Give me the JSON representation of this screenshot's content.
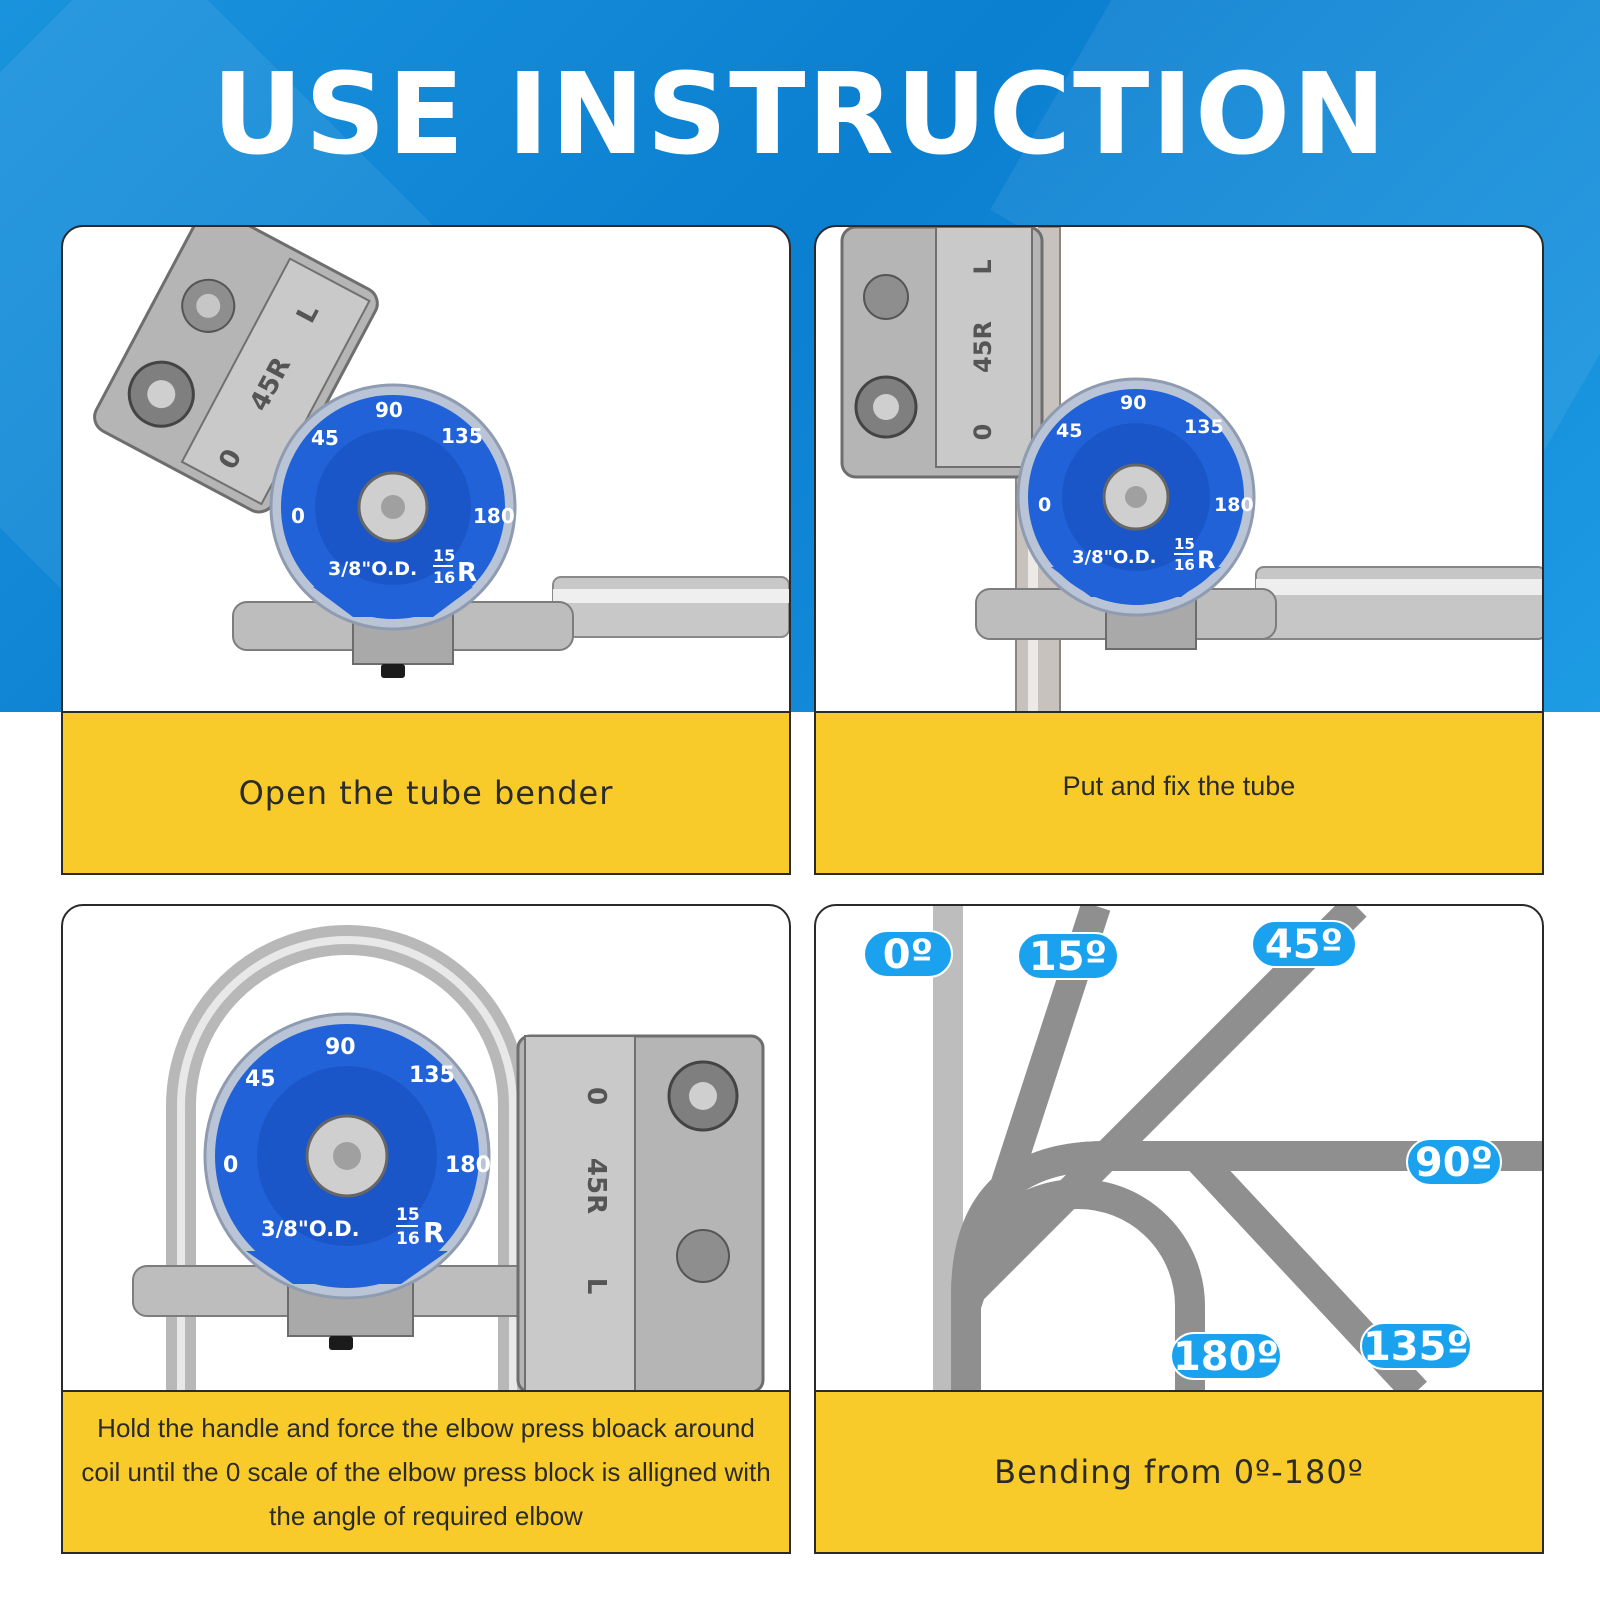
{
  "header": {
    "title": "USE INSTRUCTION"
  },
  "steps": [
    {
      "caption": "Open the tube bender"
    },
    {
      "caption": "Put and fix the tube"
    },
    {
      "caption": "Hold the handle and force the elbow press bloack around coil until the 0 scale of the elbow press block is alligned with the angle of required elbow"
    },
    {
      "caption": "Bending from 0º-180º"
    }
  ],
  "tool": {
    "dial_marks": [
      "0",
      "45",
      "90",
      "135",
      "180"
    ],
    "od_label": "3/8\"O.D.",
    "radius_num": "15",
    "radius_den": "16",
    "radius_unit": "R",
    "arm_marks": [
      "0",
      "45R",
      "L"
    ]
  },
  "angles": [
    {
      "label": "0º",
      "deg": 0
    },
    {
      "label": "15º",
      "deg": 15
    },
    {
      "label": "45º",
      "deg": 45
    },
    {
      "label": "90º",
      "deg": 90
    },
    {
      "label": "135º",
      "deg": 135
    },
    {
      "label": "180º",
      "deg": 180
    }
  ],
  "colors": {
    "banner": "#0b7fd0",
    "caption_bg": "#f8cb2b",
    "dial_blue": "#1f5fd6",
    "angle_badge": "#1ba2ee",
    "tube_gray": "#8f8f8f"
  }
}
